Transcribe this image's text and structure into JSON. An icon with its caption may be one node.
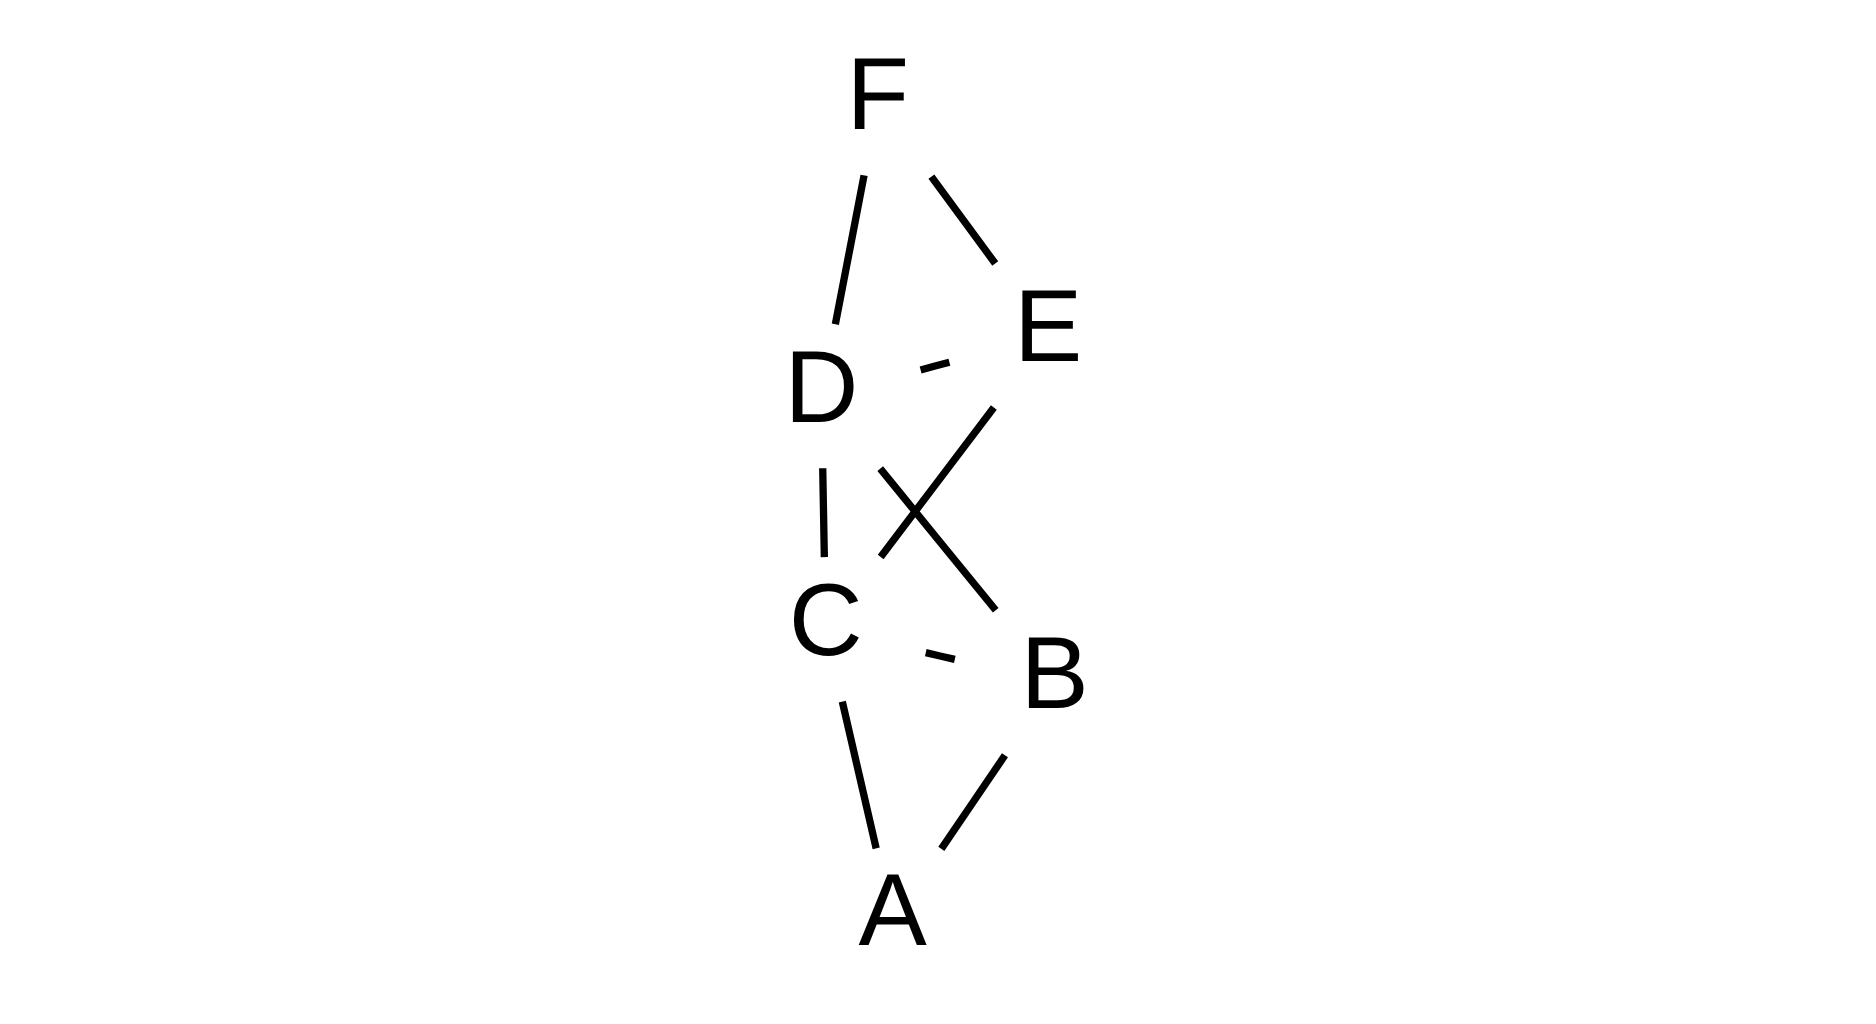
{
  "diagram": {
    "nodes": [
      {
        "text": [
          "A"
        ]
      },
      {
        "text": [
          "B"
        ]
      },
      {
        "text": [
          "C"
        ]
      },
      {
        "text": [
          "D"
        ]
      },
      {
        "text": [
          "E"
        ]
      },
      {
        "text": [
          "F"
        ]
      }
    ],
    "edges": [
      {
        "from": 0,
        "to": 2,
        "arrow": "none"
      },
      {
        "from": 0,
        "to": 1,
        "arrow": "none"
      },
      {
        "from": 1,
        "to": 2,
        "arrow": "none"
      },
      {
        "from": 1,
        "to": 3,
        "arrow": "none"
      },
      {
        "from": 2,
        "to": 3,
        "arrow": "none"
      },
      {
        "from": 2,
        "to": 4,
        "arrow": "none"
      },
      {
        "from": 4,
        "to": 3,
        "arrow": "none"
      },
      {
        "from": 4,
        "to": 5,
        "arrow": "none"
      },
      {
        "from": 3,
        "to": 5,
        "arrow": "none"
      }
    ]
  }
}
